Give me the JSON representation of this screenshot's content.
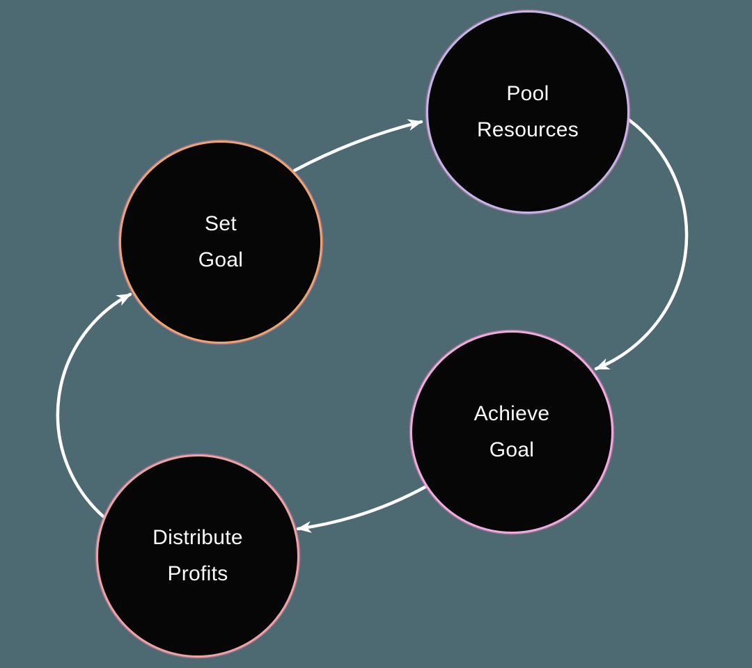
{
  "canvas": {
    "background_color": "#4d6971"
  },
  "diagram": {
    "type": "cycle",
    "arrow_color": "#ffffff",
    "node_fill_color": "#060606",
    "node_text_color": "#fafafa",
    "nodes": [
      {
        "id": "pool-resources",
        "label": "Pool Resources",
        "line1": "Pool",
        "line2": "Resources",
        "border_color": "#c6b5e8"
      },
      {
        "id": "set-goal",
        "label": "Set Goal",
        "line1": "Set",
        "line2": "Goal",
        "border_color": "#f0a56d"
      },
      {
        "id": "achieve-goal",
        "label": "Achieve Goal",
        "line1": "Achieve",
        "line2": "Goal",
        "border_color": "#f2abe0"
      },
      {
        "id": "distribute-profits",
        "label": "Distribute Profits",
        "line1": "Distribute",
        "line2": "Profits",
        "border_color": "#efa3a3"
      }
    ],
    "edges": [
      {
        "from": "set-goal",
        "to": "pool-resources"
      },
      {
        "from": "pool-resources",
        "to": "achieve-goal"
      },
      {
        "from": "achieve-goal",
        "to": "distribute-profits"
      },
      {
        "from": "distribute-profits",
        "to": "set-goal"
      }
    ]
  }
}
